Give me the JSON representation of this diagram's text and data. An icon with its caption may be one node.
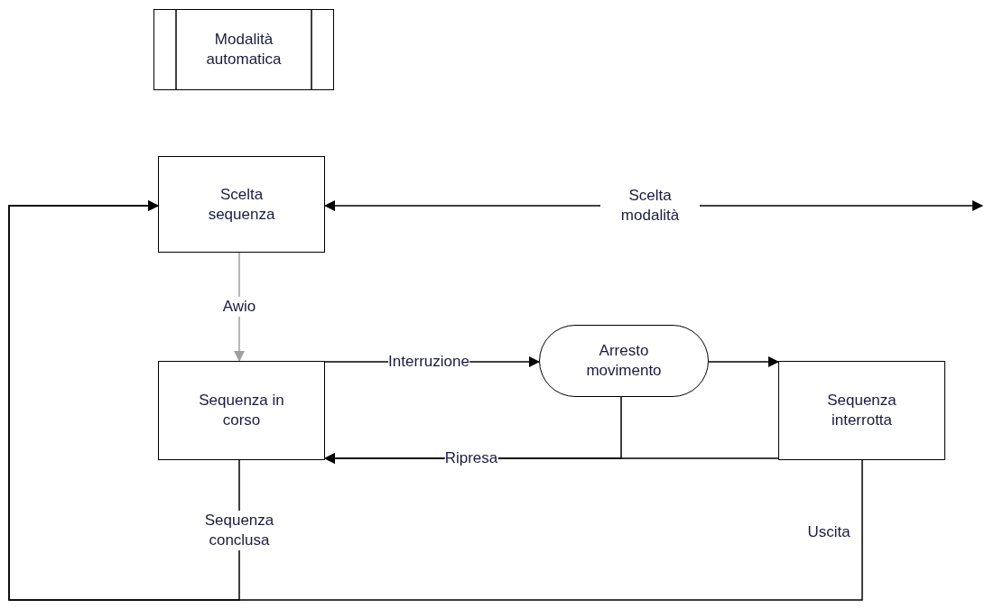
{
  "diagram": {
    "nodes": [
      {
        "text": [
          "Modalità automatica"
        ]
      },
      {
        "text": [
          "Scelta sequenza"
        ]
      },
      {
        "text": [
          "Sequenza in corso"
        ]
      },
      {
        "text": [
          "Arresto movimento"
        ]
      },
      {
        "text": [
          "Sequenza interrotta"
        ]
      }
    ],
    "edges": [
      {
        "from": 1,
        "to": 2,
        "arrow": "to",
        "label": "Awio",
        "color": "#a0a0a0"
      },
      {
        "from": 2,
        "to": 3,
        "arrow": "to",
        "label": "Interruzione"
      },
      {
        "from": 3,
        "to": 4,
        "arrow": "to"
      },
      {
        "from": 3,
        "to": 2,
        "arrow": "to"
      },
      {
        "from": 4,
        "to": 2,
        "arrow": "to",
        "label": "Ripresa"
      },
      {
        "from": 2,
        "to": 1,
        "arrow": "to",
        "label": "Sequenza conclusa"
      },
      {
        "from": 4,
        "to": 1,
        "arrow": "to",
        "label": "Uscita"
      },
      {
        "from": null,
        "to": 1,
        "arrow": "both",
        "label": "Scelta modalità"
      }
    ]
  }
}
